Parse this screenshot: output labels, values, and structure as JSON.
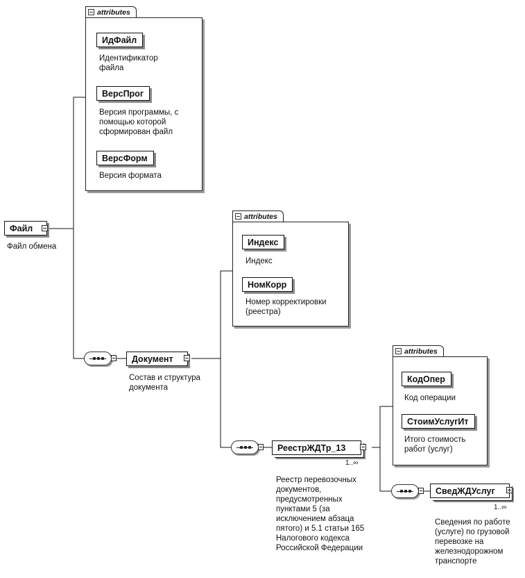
{
  "attributes_label": "attributes",
  "root": {
    "name": "Файл",
    "desc": "Файл обмена",
    "attributes": [
      {
        "name": "ИдФайл",
        "desc": "Идентификатор файла"
      },
      {
        "name": "ВерсПрог",
        "desc": "Версия программы, с помощью которой сформирован файл"
      },
      {
        "name": "ВерсФорм",
        "desc": "Версия формата"
      }
    ]
  },
  "document": {
    "name": "Документ",
    "desc": "Состав и структура документа",
    "attributes": [
      {
        "name": "Индекс",
        "desc": "Индекс"
      },
      {
        "name": "НомКорр",
        "desc": "Номер корректировки (реестра)"
      }
    ]
  },
  "registry": {
    "name": "РеестрЖДТр_13",
    "cardinality": "1..∞",
    "desc": "Реестр перевозочных документов, предусмотренных пунктами 5 (за исключением абзаца пятого) и 5.1 статьи 165 Налогового кодекса Российской Федерации",
    "attributes": [
      {
        "name": "КодОпер",
        "desc": "Код операции"
      },
      {
        "name": "СтоимУслугИт",
        "desc": "Итого стоимость работ (услуг)"
      }
    ]
  },
  "service": {
    "name": "СведЖДУслуг",
    "cardinality": "1..∞",
    "desc": "Сведения по работе (услуге) по грузовой перевозке на железнодорожном транспорте"
  }
}
